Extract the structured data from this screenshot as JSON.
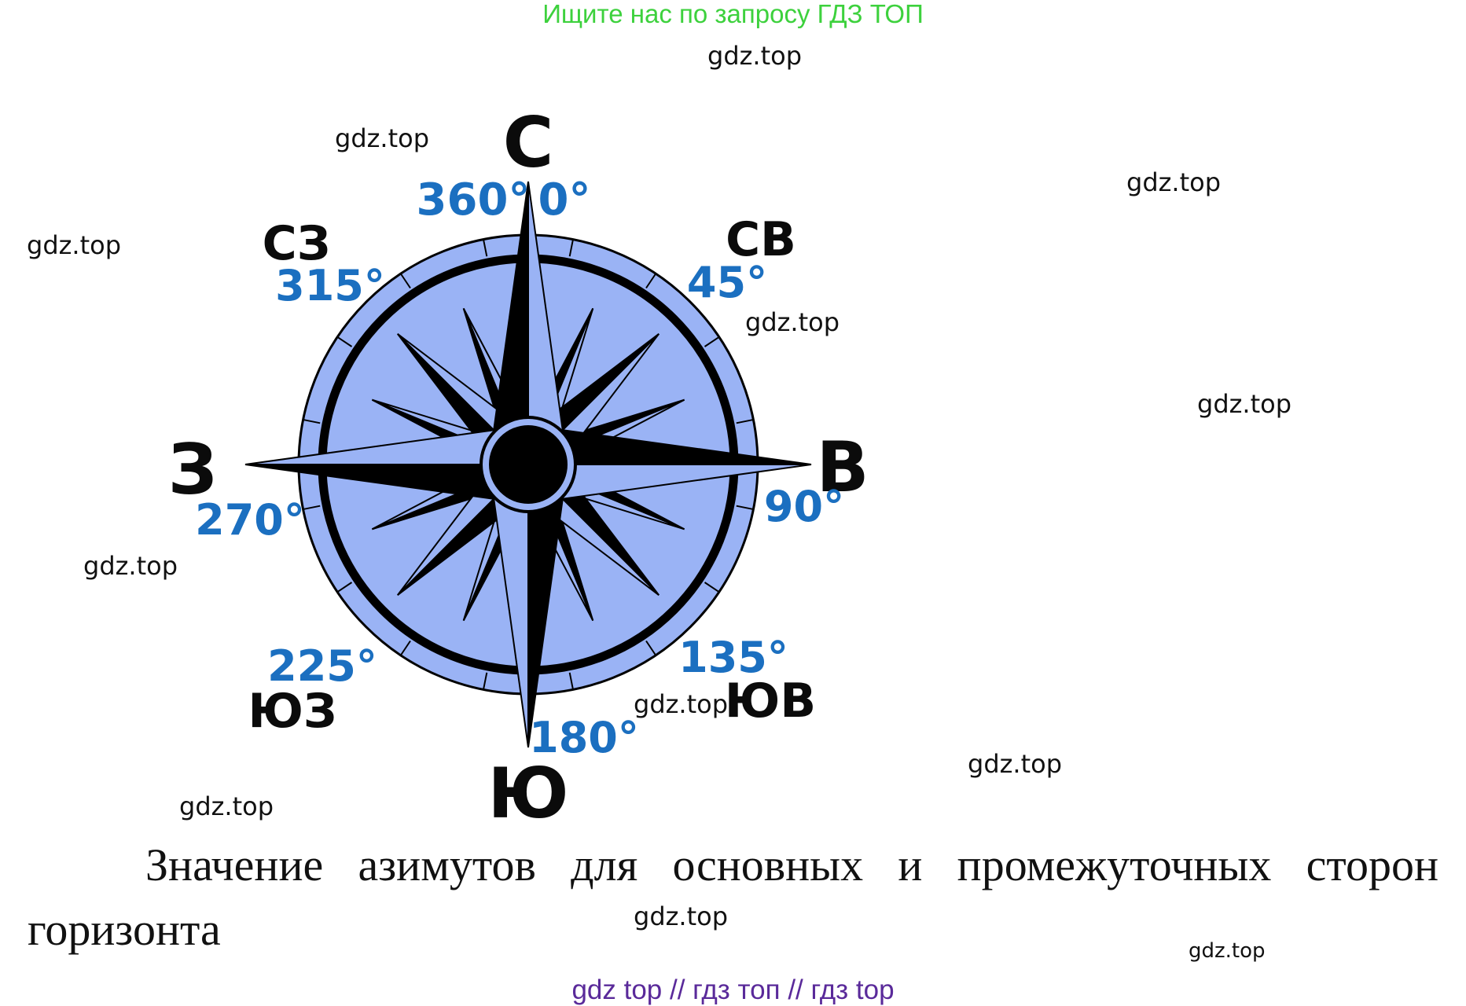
{
  "banner": "Ищите нас по запросу ГДЗ ТОП",
  "watermark": "gdz.top",
  "compass": {
    "colors": {
      "ring_fill": "#9ab3f5",
      "outline": "#000000",
      "star_dark": "#000000",
      "star_light": "#9ab3f5",
      "degree_text": "#1b6fc0"
    },
    "directions": {
      "north": {
        "label": "С",
        "degrees_a": "360°",
        "degrees_b": "0°"
      },
      "northeast": {
        "label": "СВ",
        "degrees": "45°"
      },
      "east": {
        "label": "В",
        "degrees": "90°"
      },
      "southeast": {
        "label": "ЮВ",
        "degrees": "135°"
      },
      "south": {
        "label": "Ю",
        "degrees": "180°"
      },
      "southwest": {
        "label": "ЮЗ",
        "degrees": "225°"
      },
      "west": {
        "label": "З",
        "degrees": "270°"
      },
      "northwest": {
        "label": "СЗ",
        "degrees": "315°"
      }
    }
  },
  "caption": "Значение азимутов для основных и промежуточных сторон горизонта",
  "footer": "gdz top  //  гдз топ  //  гдз top"
}
